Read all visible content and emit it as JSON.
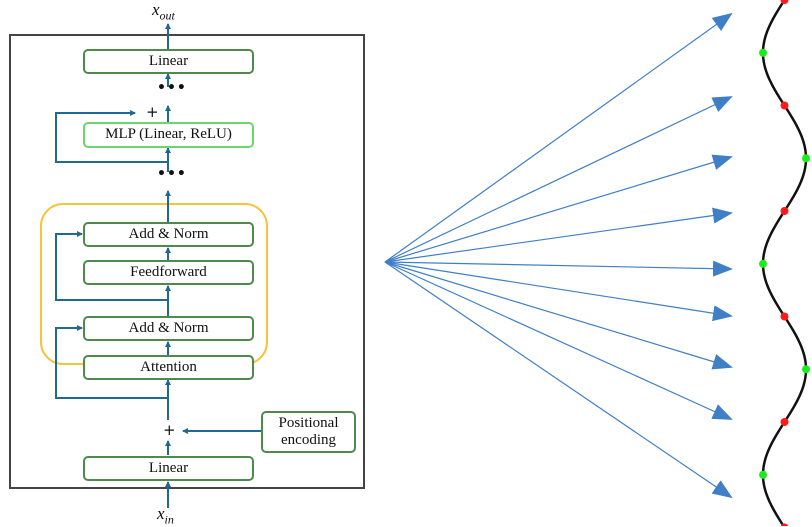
{
  "left_diagram": {
    "output_label": {
      "base": "x",
      "sub": "out"
    },
    "input_label": {
      "base": "x",
      "sub": "in"
    },
    "blocks": {
      "linear_top": "Linear",
      "mlp": "MLP (Linear, ReLU)",
      "add_norm_top": "Add & Norm",
      "feedforward": "Feedforward",
      "add_norm_bottom": "Add & Norm",
      "attention": "Attention",
      "positional_encoding": "Positional encoding",
      "linear_bottom": "Linear"
    },
    "plus_symbol": "+",
    "ellipsis": "•••"
  },
  "fan": {
    "arrow_count": 9,
    "color": "#3f7fc6"
  },
  "curve": {
    "line_color": "#111111",
    "points": [
      {
        "color": "red"
      },
      {
        "color": "green"
      },
      {
        "color": "red"
      },
      {
        "color": "green"
      },
      {
        "color": "red"
      },
      {
        "color": "green"
      },
      {
        "color": "red"
      },
      {
        "color": "green"
      },
      {
        "color": "red"
      },
      {
        "color": "green"
      },
      {
        "color": "red"
      }
    ],
    "colors": {
      "red": "#ff1a1a",
      "green": "#1aee1a"
    }
  }
}
